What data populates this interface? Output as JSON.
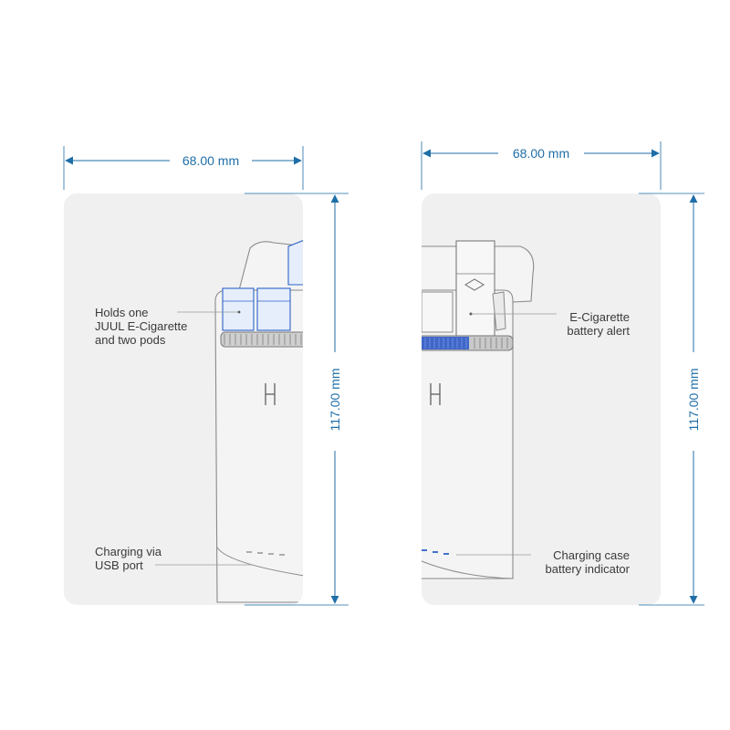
{
  "colors": {
    "dimension": "#1f6ea8",
    "panel": "#f0f0f0",
    "outline": "#8a8a8a",
    "accent_blue": "#2e63c7",
    "label_text": "#3a3a3a"
  },
  "left_view": {
    "width_dimension": "68.00 mm",
    "height_dimension": "117.00 mm",
    "callouts": {
      "pods": [
        "Holds one",
        "JUUL E-Cigarette",
        "and two pods"
      ],
      "usb": [
        "Charging via",
        "USB port"
      ]
    }
  },
  "right_view": {
    "width_dimension": "68.00 mm",
    "height_dimension": "117.00 mm",
    "callouts": {
      "battery_alert": [
        "E-Cigarette",
        "battery alert"
      ],
      "case_indicator": [
        "Charging case",
        "battery indicator"
      ]
    }
  }
}
